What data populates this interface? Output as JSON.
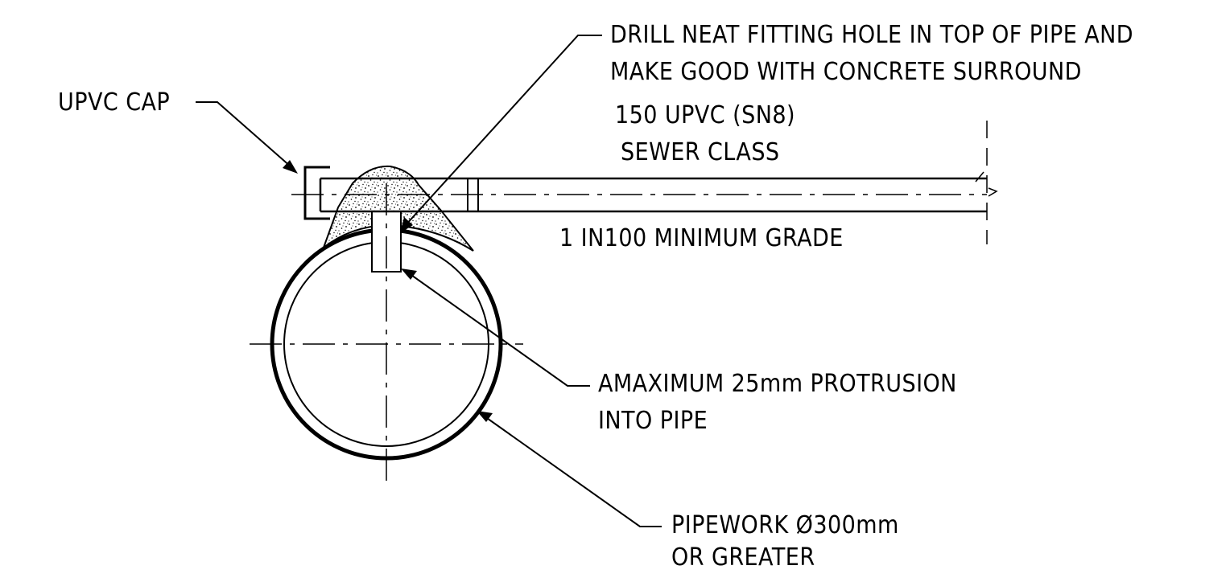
{
  "labels": {
    "drill_line1": "DRILL NEAT FITTING HOLE IN TOP OF PIPE AND",
    "drill_line2": "MAKE GOOD WITH CONCRETE SURROUND",
    "upvc_cap": "UPVC CAP",
    "pipe_spec_line1": "150 UPVC (SN8)",
    "pipe_spec_line2": "SEWER CLASS",
    "grade": "1 IN100 MINIMUM GRADE",
    "protrusion_line1": "AMAXIMUM 25mm PROTRUSION",
    "protrusion_line2": "INTO PIPE",
    "pipework_line1": "PIPEWORK Ø300mm",
    "pipework_line2": "OR GREATER"
  },
  "colors": {
    "ink": "#000000",
    "background": "#ffffff"
  }
}
